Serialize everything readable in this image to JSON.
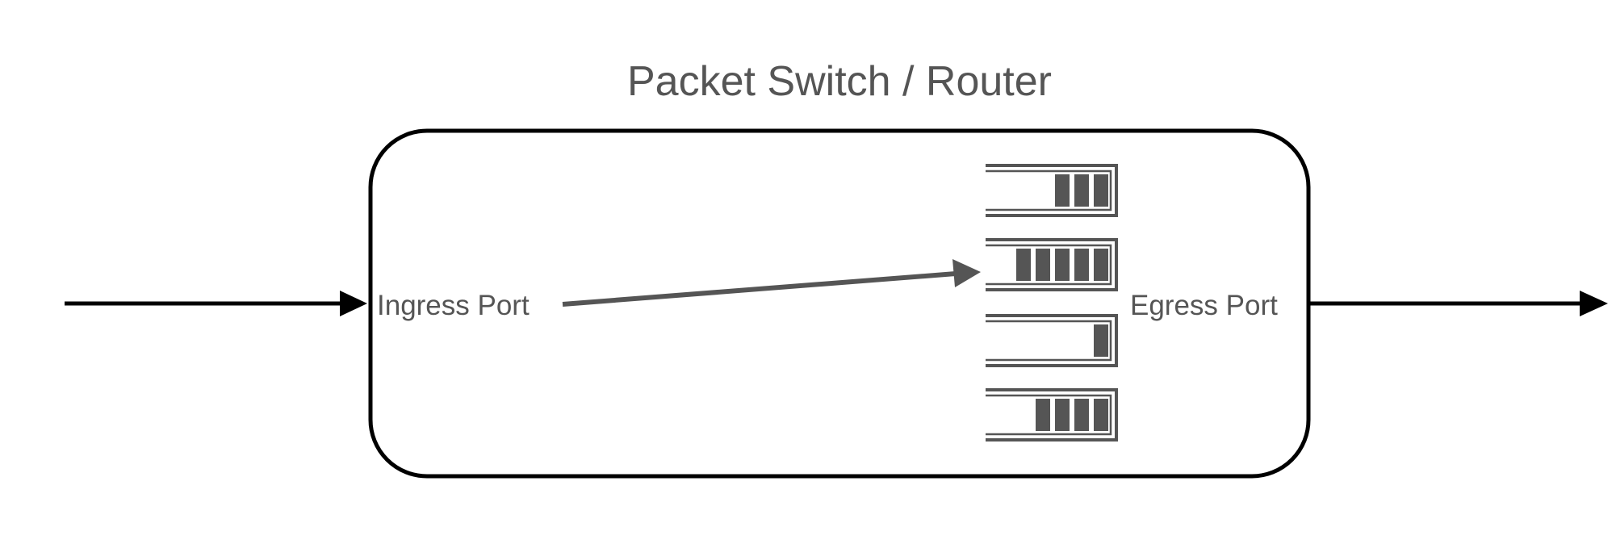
{
  "title": "Packet Switch / Router",
  "ingress_label": "Ingress Port",
  "egress_label": "Egress Port",
  "queues": [
    {
      "filled_slots": 3
    },
    {
      "filled_slots": 5
    },
    {
      "filled_slots": 1
    },
    {
      "filled_slots": 4
    }
  ],
  "colors": {
    "router_border": "#000000",
    "arrow": "#000000",
    "internal_arrow": "#555555",
    "queue": "#555555",
    "text": "#555555"
  }
}
